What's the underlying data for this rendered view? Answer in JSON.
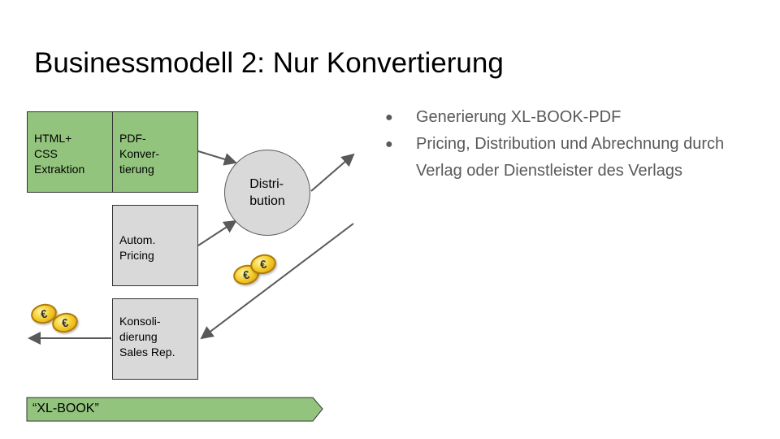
{
  "title": "Businessmodell 2: Nur Konvertierung",
  "boxes": {
    "html_css": "HTML+\nCSS\nExtraktion",
    "pdf": "PDF-\nKonver-\ntierung",
    "pricing": "Autom.\nPricing",
    "konsolidierung": "Konsoli-\ndierung\nSales Rep."
  },
  "distribution": "Distri-\nbution",
  "bullets": [
    "Generierung XL-BOOK-PDF",
    "Pricing, Distribution und Abrechnung durch Verlag oder Dienstleister des Verlags"
  ],
  "banner": "“XL-BOOK”",
  "coin_symbol": "€",
  "colors": {
    "green_box": "#93c47d",
    "grey_box": "#d9d9d9",
    "arrow": "#595959",
    "bullet_text": "#595959"
  }
}
